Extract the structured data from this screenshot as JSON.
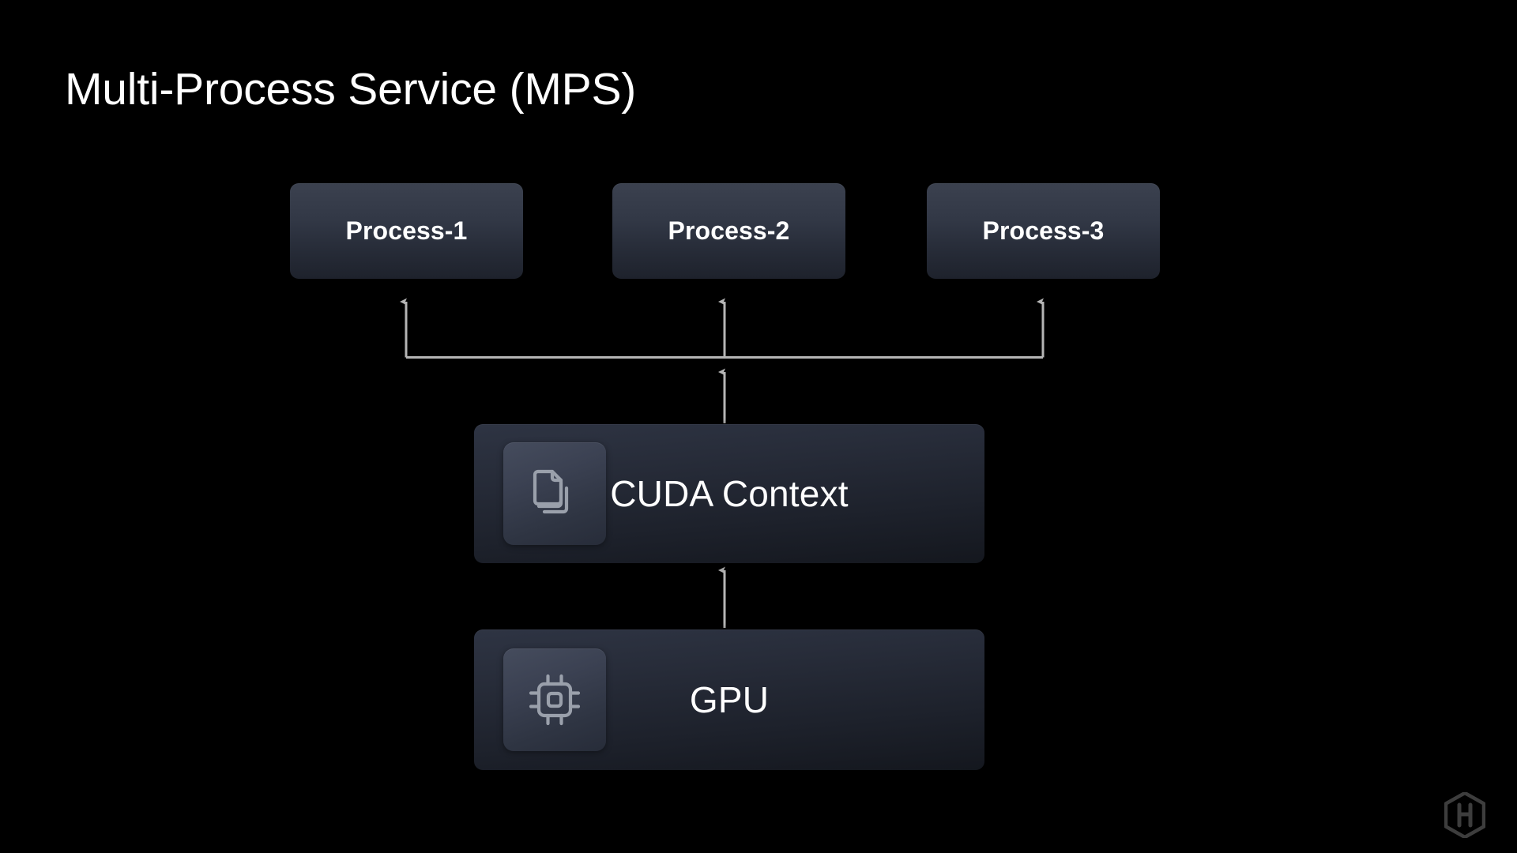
{
  "slide": {
    "title": "Multi-Process Service (MPS)",
    "background_color": "#000000",
    "text_color": "#ffffff"
  },
  "diagram": {
    "type": "block-diagram",
    "accent_line_color": "#b5b5b5",
    "node_fill_top": "#3b414f",
    "node_fill_bottom": "#1e222c",
    "processes": [
      {
        "label": "Process-1",
        "name": "process-1"
      },
      {
        "label": "Process-2",
        "name": "process-2"
      },
      {
        "label": "Process-3",
        "name": "process-3"
      }
    ],
    "layers": [
      {
        "label": "CUDA Context",
        "name": "cuda-context",
        "icon": "document-stack-icon"
      },
      {
        "label": "GPU",
        "name": "gpu",
        "icon": "chip-icon"
      }
    ],
    "connections": [
      {
        "from": "cuda-context",
        "to": "bus",
        "direction": "up"
      },
      {
        "from": "bus",
        "to": "process-1",
        "direction": "up"
      },
      {
        "from": "bus",
        "to": "process-2",
        "direction": "up"
      },
      {
        "from": "bus",
        "to": "process-3",
        "direction": "up"
      },
      {
        "from": "gpu",
        "to": "cuda-context",
        "direction": "up"
      }
    ]
  },
  "branding": {
    "logo": "hashicorp-hexagon-logo",
    "logo_color": "#3f3f3f"
  }
}
